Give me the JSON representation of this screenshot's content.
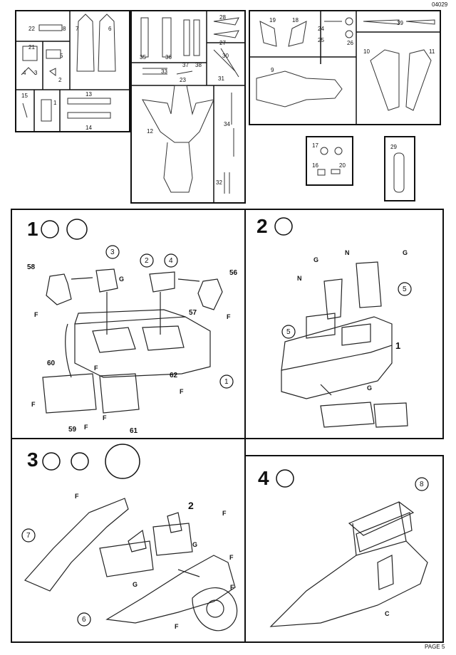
{
  "header": {
    "code": "04029"
  },
  "footer": {
    "page": "PAGE 5"
  },
  "sprue_top_left": [
    "22",
    "8",
    "7",
    "6",
    "21",
    "5",
    "4",
    "3",
    "2",
    "15",
    "1",
    "13",
    "14"
  ],
  "sprue_top_mid": [
    "28",
    "27",
    "35",
    "36",
    "37",
    "38",
    "33",
    "23",
    "30",
    "31",
    "12",
    "34",
    "32"
  ],
  "sprue_top_right": [
    "19",
    "18",
    "24",
    "25",
    "26",
    "39",
    "10",
    "11",
    "9"
  ],
  "small_boxes": {
    "a": [
      "17",
      "16",
      "20"
    ],
    "b": [
      "29"
    ]
  },
  "steps": [
    {
      "number": "1",
      "labels": {
        "p3": "3",
        "p2": "2",
        "p4": "4",
        "p58": "58",
        "p56": "56",
        "p57": "57",
        "p60": "60",
        "p62": "62",
        "p59": "59",
        "p61": "61",
        "p1": "1"
      },
      "colors": [
        "G",
        "F",
        "F",
        "F",
        "F",
        "F",
        "F",
        "F"
      ]
    },
    {
      "number": "2",
      "labels": {
        "p5a": "5",
        "p5b": "5",
        "p1": "1"
      },
      "colors": [
        "G",
        "N",
        "N",
        "G",
        "G"
      ]
    },
    {
      "number": "3",
      "labels": {
        "p2": "2",
        "p7": "7",
        "p6": "6"
      },
      "colors": [
        "F",
        "F",
        "G",
        "F",
        "G",
        "F",
        "F"
      ]
    },
    {
      "number": "4",
      "labels": {
        "p8": "8"
      },
      "colors": [
        "C"
      ]
    }
  ]
}
